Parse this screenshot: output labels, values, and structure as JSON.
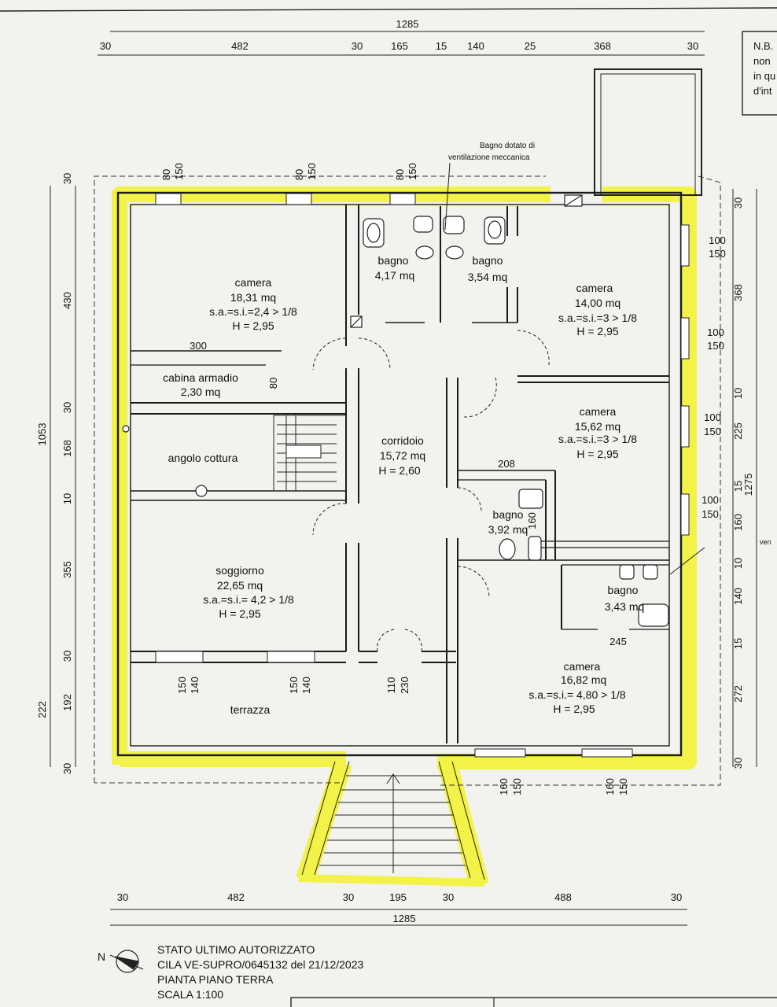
{
  "colors": {
    "highlight": "#f2f23a",
    "line": "#1a1a1a",
    "paper": "#f2f2ef"
  },
  "rooms": {
    "camera1": [
      "camera",
      "18,31 mq",
      "s.a.=s.i.=2,4 > 1/8",
      "H = 2,95"
    ],
    "cabina": [
      "cabina armadio",
      "2,30 mq"
    ],
    "angolo": [
      "angolo cottura"
    ],
    "soggiorno": [
      "soggiorno",
      "22,65 mq",
      "s.a.=s.i.= 4,2 > 1/8",
      "H = 2,95"
    ],
    "terrazza": [
      "terrazza"
    ],
    "bagno1": [
      "bagno",
      "4,17 mq"
    ],
    "bagno2": [
      "bagno",
      "3,54 mq"
    ],
    "corridoio": [
      "corridoio",
      "15,72 mq",
      "H = 2,60"
    ],
    "camera2": [
      "camera",
      "14,00 mq",
      "s.a.=s.i.=3 > 1/8",
      "H = 2,95"
    ],
    "camera3": [
      "camera",
      "15,62 mq",
      "s.a.=s.i.=3 > 1/8",
      "H = 2,95"
    ],
    "bagno3": [
      "bagno",
      "3,92 mq"
    ],
    "bagno4": [
      "bagno",
      "3,43 mq"
    ],
    "camera4": [
      "camera",
      "16,82 mq",
      "s.a.=s.i.= 4,80 > 1/8",
      "H = 2,95"
    ]
  },
  "notes": {
    "bagno_ventilazione": [
      "Bagno dotato di",
      "ventilazione meccanica"
    ],
    "nb": [
      "N.B.",
      "non",
      "in qu",
      "d'int"
    ],
    "vent_cut": "ven"
  },
  "dimensions": {
    "top_total": "1285",
    "top_row": [
      "30",
      "482",
      "30",
      "165",
      "15",
      "140",
      "25",
      "368",
      "30"
    ],
    "bottom_row": [
      "30",
      "482",
      "30",
      "195",
      "30",
      "488",
      "30"
    ],
    "bottom_total": "1285",
    "left_total": "1053",
    "left_column": [
      "30",
      "430",
      "30",
      "168",
      "10",
      "355",
      "30",
      "192",
      "30"
    ],
    "left_222": "222",
    "right_total": "1275",
    "right_column": [
      "30",
      "368",
      "10",
      "225",
      "15",
      "160",
      "10",
      "140",
      "15",
      "272",
      "30"
    ],
    "top_windows": [
      [
        "80",
        "150"
      ],
      [
        "80",
        "150"
      ],
      [
        "80",
        "150"
      ]
    ],
    "right_windows": [
      [
        "100",
        "150"
      ],
      [
        "100",
        "150"
      ],
      [
        "100",
        "150"
      ],
      [
        "100",
        "150"
      ]
    ],
    "terrace_windows": [
      [
        "150",
        "140"
      ],
      [
        "150",
        "140"
      ],
      [
        "110",
        "230"
      ]
    ],
    "bottom_windows": [
      [
        "160",
        "150"
      ],
      [
        "160",
        "150"
      ]
    ],
    "inner_300": "300",
    "inner_80": "80",
    "inner_208": "208",
    "inner_160": "160",
    "inner_245": "245"
  },
  "title_block": {
    "north": "N",
    "lines": [
      "STATO  ULTIMO AUTORIZZATO",
      "CILA VE-SUPRO/0645132 del 21/12/2023",
      "PIANTA PIANO TERRA",
      "SCALA 1:100"
    ]
  }
}
